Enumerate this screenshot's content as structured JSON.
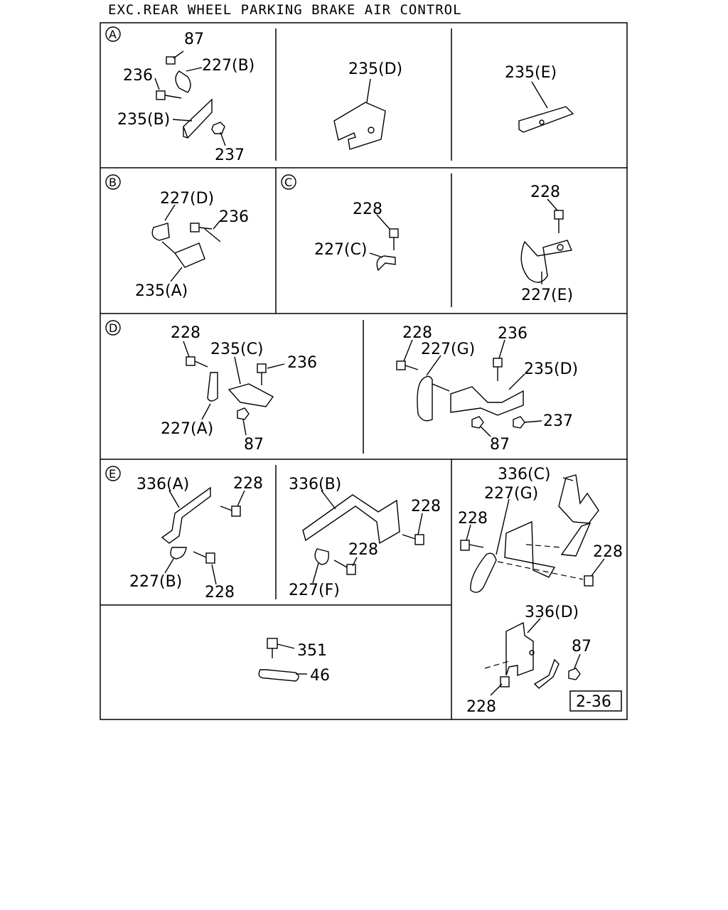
{
  "title": "EXC.REAR WHEEL PARKING BRAKE AIR CONTROL",
  "sections": {
    "a": "A",
    "b": "B",
    "c": "C",
    "d": "D",
    "e": "E"
  },
  "labels": {
    "a1_87": "87",
    "a1_227b": "227(B)",
    "a1_236": "236",
    "a1_235b": "235(B)",
    "a1_237": "237",
    "a2_235d": "235(D)",
    "a3_235e": "235(E)",
    "b_227d": "227(D)",
    "b_236": "236",
    "b_235a": "235(A)",
    "c1_228": "228",
    "c1_227c": "227(C)",
    "c2_228": "228",
    "c2_227e": "227(E)",
    "d1_228": "228",
    "d1_235c": "235(C)",
    "d1_236": "236",
    "d1_227a": "227(A)",
    "d1_87": "87",
    "d2_228": "228",
    "d2_227g": "227(G)",
    "d2_236": "236",
    "d2_235d": "235(D)",
    "d2_237": "237",
    "d2_87": "87",
    "e1_336a": "336(A)",
    "e1_228a": "228",
    "e1_227b": "227(B)",
    "e1_228b": "228",
    "e2_336b": "336(B)",
    "e2_228a": "228",
    "e2_228b": "228",
    "e2_227f": "227(F)",
    "e3_336c": "336(C)",
    "e3_227g": "227(G)",
    "e3_228a": "228",
    "e3_228b": "228",
    "f_351": "351",
    "f_46": "46",
    "g_336d": "336(D)",
    "g_87": "87",
    "g_228": "228"
  },
  "page_ref": "2-36"
}
